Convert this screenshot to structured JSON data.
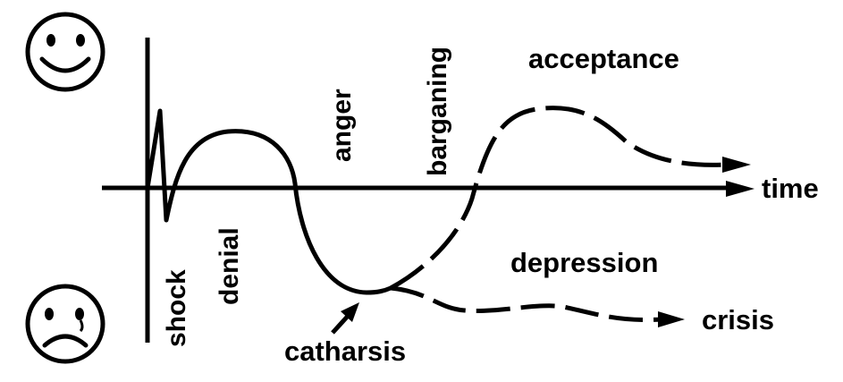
{
  "diagram": {
    "labels": {
      "time": "time",
      "shock": "shock",
      "denial": "denial",
      "anger": "anger",
      "barganing": "barganing",
      "acceptance": "acceptance",
      "depression": "depression",
      "catharsis": "catharsis",
      "crisis": "crisis"
    },
    "icons": {
      "top": "happy-face-icon",
      "bottom": "sad-face-icon"
    },
    "colors": {
      "ink": "#000000",
      "background": "#ffffff"
    }
  }
}
